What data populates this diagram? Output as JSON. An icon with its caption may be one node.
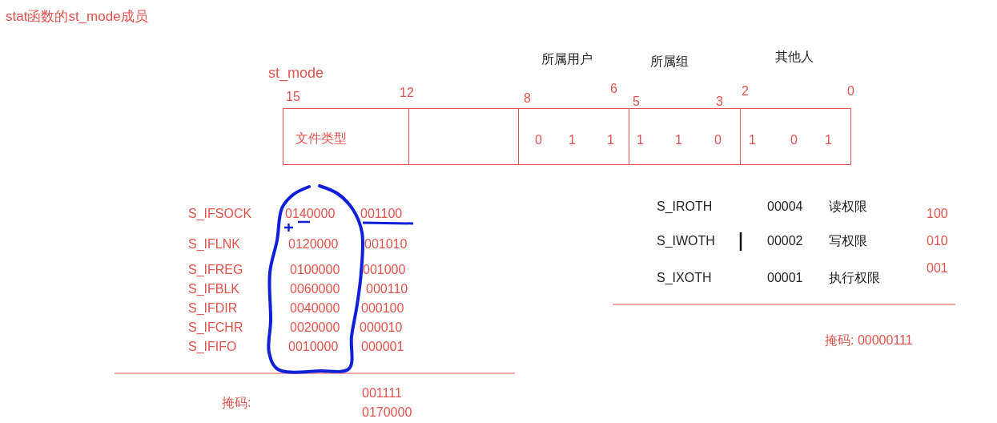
{
  "diagram": {
    "title": "stat函数的st_mode成员",
    "nodes": [
      {
        "text": [
          "文件类型"
        ]
      },
      {
        "text": [],
        "shape": "box"
      },
      {
        "text": [
          "所属用户",
          "0",
          "1",
          "1"
        ]
      },
      {
        "text": [
          "所属组",
          "1",
          "1",
          "0"
        ]
      },
      {
        "text": [
          "其他人",
          "1",
          "0",
          "1"
        ]
      }
    ],
    "edges": [],
    "labels": [
      "st_mode",
      "15",
      "12",
      "8",
      "6",
      "5",
      "3",
      "2",
      "0",
      "S_IFSOCK",
      "0140000",
      "001100",
      "S_IFLNK",
      "0120000",
      "001010",
      "S_IFREG",
      "0100000",
      "001000",
      "S_IFBLK",
      "0060000",
      "000110",
      "S_IFDIR",
      "0040000",
      "000100",
      "S_IFCHR",
      "0020000",
      "000010",
      "S_IFIFO",
      "0010000",
      "000001",
      "掩码:",
      "001111",
      "0170000",
      "S_IROTH",
      "00004",
      "读权限",
      "100",
      "S_IWOTH",
      "00002",
      "写权限",
      "010",
      "S_IXOTH",
      "00001",
      "执行权限",
      "001",
      "掩码: 00000111"
    ]
  }
}
